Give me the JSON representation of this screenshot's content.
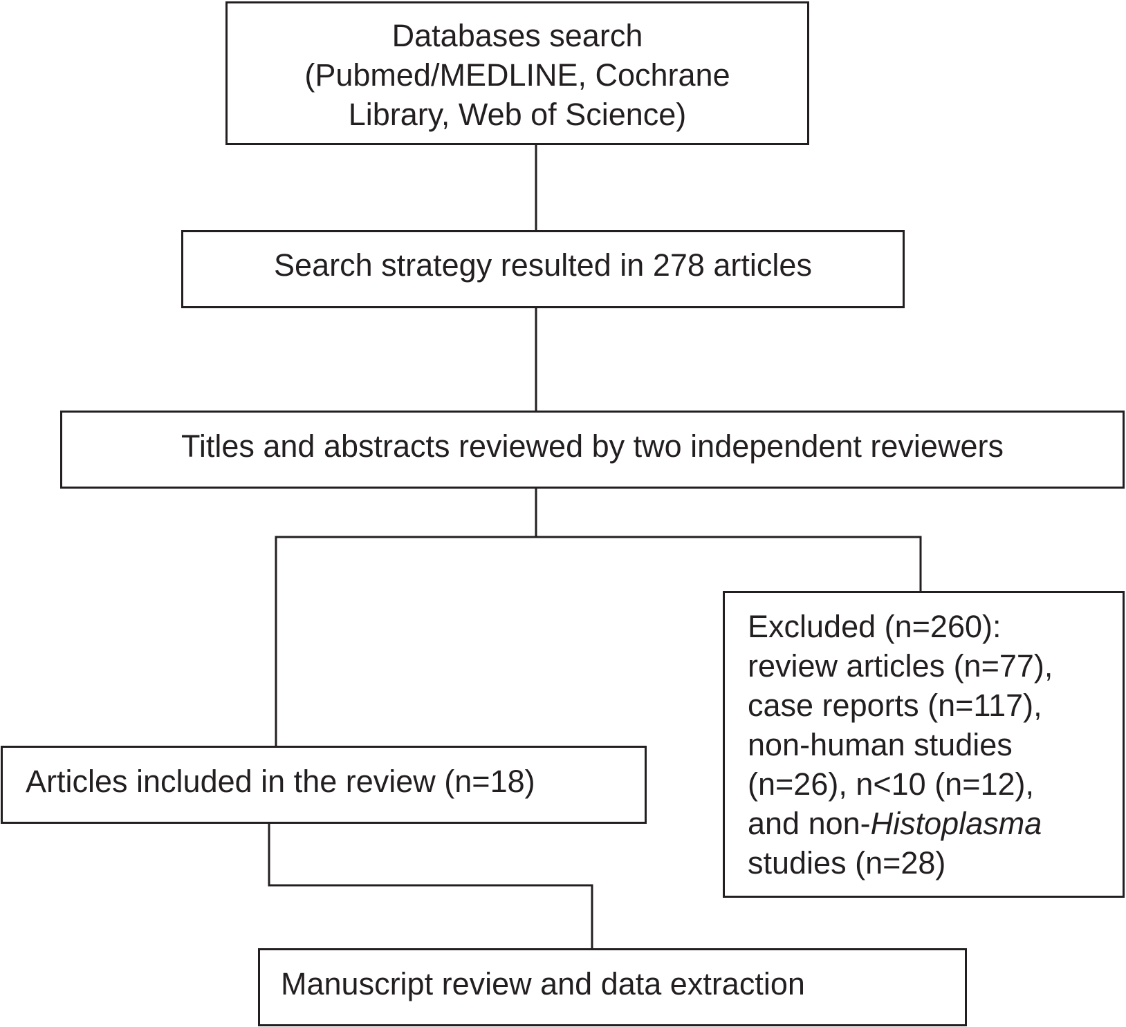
{
  "flowchart": {
    "databases": {
      "lines": [
        "Databases search",
        "(Pubmed/MEDLINE, Cochrane",
        "Library, Web of Science)"
      ]
    },
    "search": {
      "text": "Search strategy resulted in 278 articles"
    },
    "titles": {
      "text": "Titles and abstracts reviewed by two independent reviewers"
    },
    "included": {
      "text": "Articles included in the review (n=18)"
    },
    "excluded": {
      "line1": "Excluded (n=260):",
      "line2": "review articles (n=77),",
      "line3": "case reports (n=117),",
      "line4": "non-human studies",
      "line5": "(n=26), n<10 (n=12),",
      "line6_prefix": "and non-",
      "line6_italic": "Histoplasma",
      "line7": "studies (n=28)"
    },
    "manuscript": {
      "text": "Manuscript review and data extraction"
    }
  }
}
